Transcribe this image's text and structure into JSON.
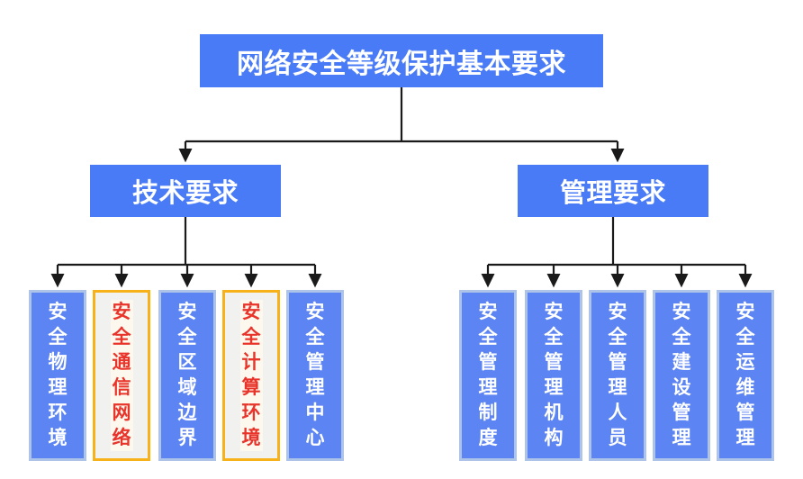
{
  "diagram": {
    "title": "网络安全等级保护基本要求",
    "colors": {
      "box_blue": "#4a7bf7",
      "leaf_blue": "#5c84f2",
      "leaf_border": "#aec3e8",
      "highlight_border": "#f6b218",
      "highlight_bg": "#f1f1ef",
      "highlight_text": "#e8342a",
      "connector": "#1a1a1a",
      "page_background": "#ffffff",
      "text_white": "#ffffff"
    },
    "branches": [
      {
        "label": "技术要求",
        "children": [
          {
            "label": "安全物理环境",
            "highlighted": false
          },
          {
            "label": "安全通信网络",
            "highlighted": true
          },
          {
            "label": "安全区域边界",
            "highlighted": false
          },
          {
            "label": "安全计算环境",
            "highlighted": true
          },
          {
            "label": "安全管理中心",
            "highlighted": false
          }
        ]
      },
      {
        "label": "管理要求",
        "children": [
          {
            "label": "安全管理制度",
            "highlighted": false
          },
          {
            "label": "安全管理机构",
            "highlighted": false
          },
          {
            "label": "安全管理人员",
            "highlighted": false
          },
          {
            "label": "安全建设管理",
            "highlighted": false
          },
          {
            "label": "安全运维管理",
            "highlighted": false
          }
        ]
      }
    ]
  }
}
